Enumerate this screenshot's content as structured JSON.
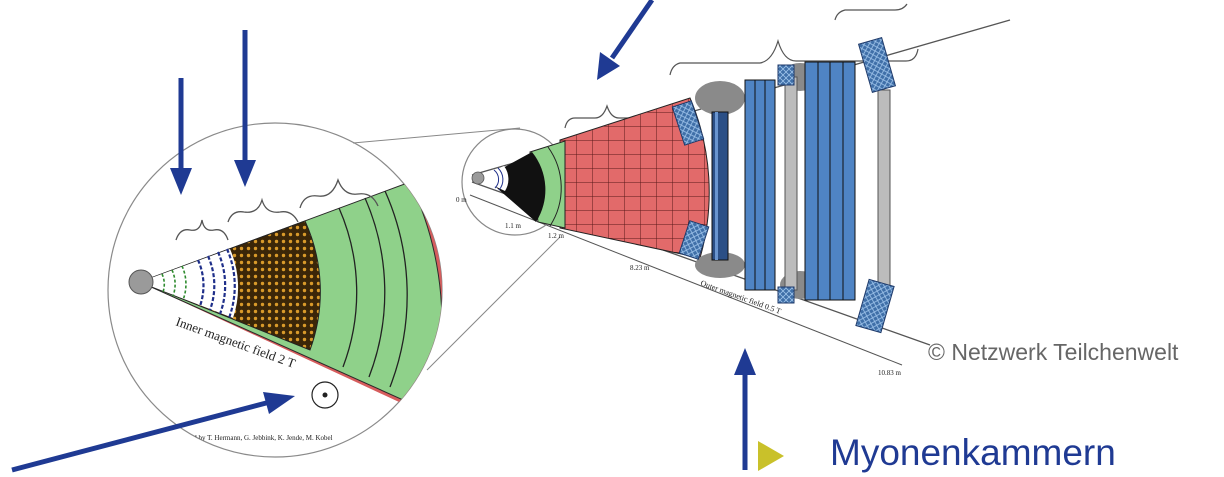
{
  "diagram": {
    "copyright": "© Netzwerk Teilchenwelt",
    "muon_label": "Myonenkammern",
    "inner_field_label": "Inner magnetic field 2 T",
    "outer_field_label": "Outer magnetic field 0.5 T",
    "credits": "Created by T. Hermann, G. Jebbink, K. Jende, M. Kobel",
    "scale_labels": [
      "0 m",
      "1.1 m",
      "1.2 m",
      "8.23 m",
      "10.83 m"
    ]
  },
  "colors": {
    "arrow": "#1f3a93",
    "bullet": "#c9c12a",
    "copyright": "#666666",
    "calorimeter_em": "#8fd18a",
    "calorimeter_had": "#e06a6a",
    "tracker": "#8a5a1a",
    "magnet": "#4a7fc1"
  }
}
